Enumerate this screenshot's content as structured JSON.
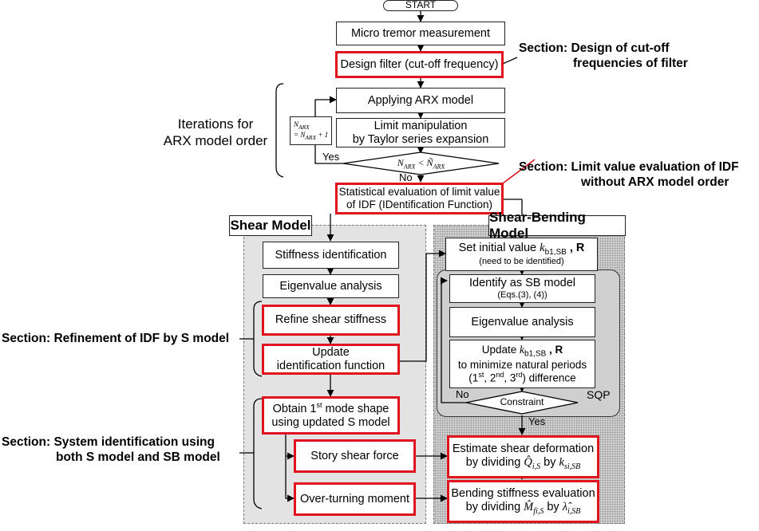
{
  "flow": {
    "start": "START",
    "micro_tremor": "Micro tremor measurement",
    "design_filter": "Design filter (cut-off frequency)",
    "applying_arx": "Applying ARX model",
    "limit_manipulation_1": "Limit manipulation",
    "limit_manipulation_2": "by Taylor series expansion",
    "narx_box_1": "N",
    "narx_box_sub": "ARX",
    "narx_box_2": "= N",
    "narx_box_3": "ARX",
    "narx_box_4": " + 1",
    "decision_text": "N",
    "decision_sub": "ARX",
    "decision_lt": " < Ñ",
    "decision_sub2": "ARX",
    "yes_top": "Yes",
    "no_top": "No",
    "statistical_1": "Statistical evaluation of limit value",
    "statistical_2": "of IDF (IDentification Function)",
    "iterations_label_1": "Iterations for",
    "iterations_label_2": "ARX model order"
  },
  "sections": {
    "design_cutoff_1": "Section: Design of cut-off",
    "design_cutoff_2": "frequencies of filter",
    "limit_value_1": "Section: Limit value evaluation of IDF",
    "limit_value_2": "without ARX model order",
    "refinement": "Section: Refinement of IDF by S model",
    "system_id_1": "Section: System identification using",
    "system_id_2": "both S model and SB model"
  },
  "shear_model": {
    "title": "Shear Model",
    "stiffness_id": "Stiffness identification",
    "eigen": "Eigenvalue analysis",
    "refine": "Refine shear stiffness",
    "update_1": "Update",
    "update_2": "identification function",
    "obtain_1a": "Obtain 1",
    "obtain_sup": "st",
    "obtain_1b": " mode shape",
    "obtain_2": "using updated S model",
    "story_shear": "Story shear force",
    "overturning": "Over-turning moment"
  },
  "sb_model": {
    "title": "Shear-Bending Model",
    "set_initial_1": "Set initial value ",
    "set_initial_k": "k",
    "set_initial_sub": "b1,SB",
    "set_initial_r": " , R",
    "set_initial_2": "(need to be identified)",
    "identify_1": "Identify as SB model",
    "identify_2": "(Eqs.(3), (4))",
    "eigen": "Eigenvalue analysis",
    "update_1": "Update ",
    "update_k": "k",
    "update_sub": "b1,SB",
    "update_r": " , R",
    "update_2": "to minimize natural periods",
    "update_3a": "(1",
    "update_3b": "st",
    "update_3c": ", 2",
    "update_3d": "nd",
    "update_3e": ", 3",
    "update_3f": "rd",
    "update_3g": ") difference",
    "constraint": "Constraint",
    "sqp": "SQP",
    "no": "No",
    "yes": "Yes",
    "estimate_1": "Estimate shear deformation",
    "estimate_2a": "by dividing ",
    "estimate_q": "Q̂",
    "estimate_qsub": "i,S",
    "estimate_2b": " by ",
    "estimate_k": "k",
    "estimate_ksub": "si,SB",
    "bending_1": "Bending stiffness evaluation",
    "bending_2a": "by dividing ",
    "bending_m": "M̂",
    "bending_msub": "fi,S",
    "bending_2b": " by ",
    "bending_l": "λ̂",
    "bending_lsub": "i,SB"
  },
  "colors": {
    "highlight": "#e0141e",
    "panel_fill": "#d9d9d9",
    "panel_border": "#777777"
  }
}
